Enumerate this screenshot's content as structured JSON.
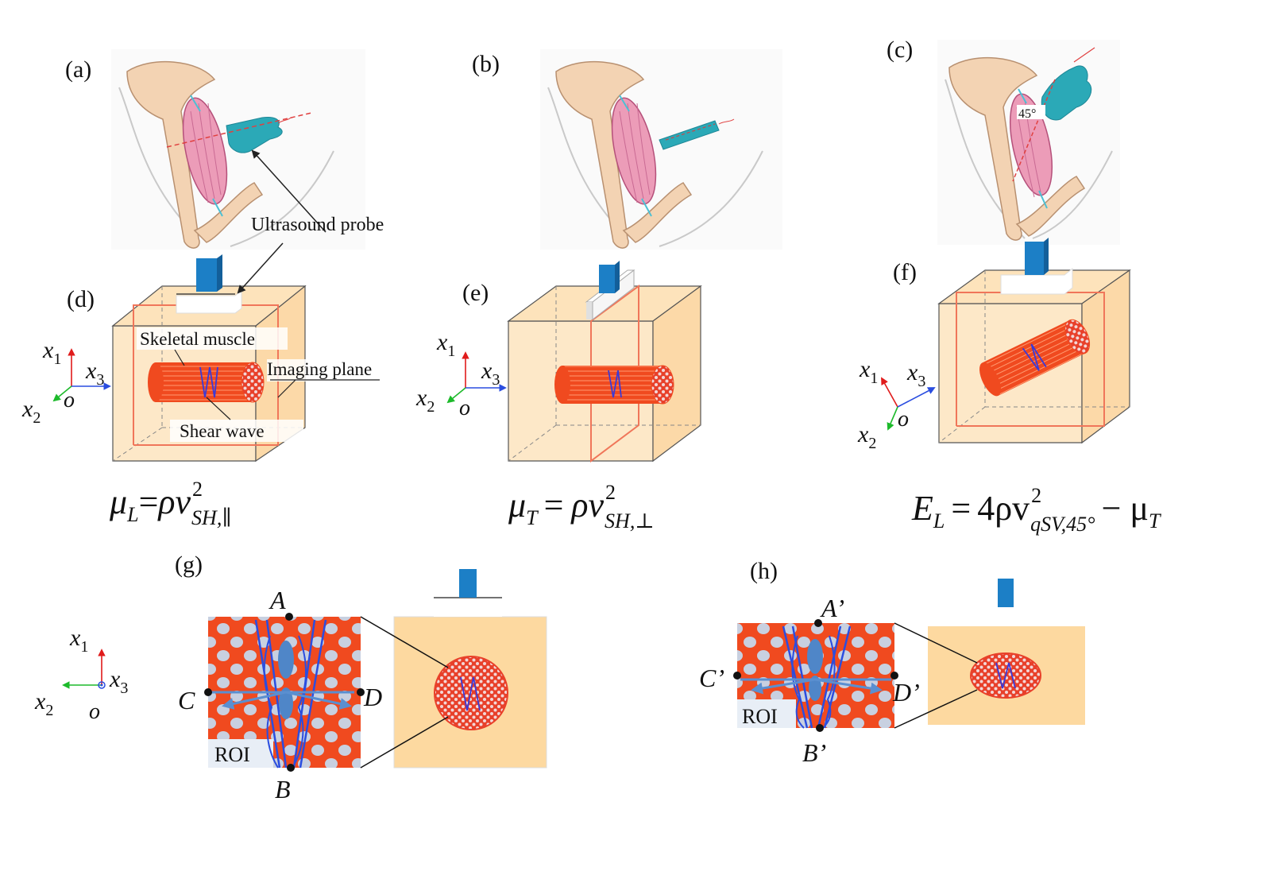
{
  "panels": {
    "a": "(a)",
    "b": "(b)",
    "c": "(c)",
    "d": "(d)",
    "e": "(e)",
    "f": "(f)",
    "g": "(g)",
    "h": "(h)"
  },
  "annotations": {
    "ultrasound_probe": "Ultrasound probe",
    "skeletal_muscle": "Skeletal muscle",
    "imaging_plane": "Imaging plane",
    "shear_wave": "Shear wave",
    "angle": "45°",
    "roi": "ROI"
  },
  "axes": {
    "x1": "x",
    "x1_sub": "1",
    "x2": "x",
    "x2_sub": "2",
    "x3": "x",
    "x3_sub": "3",
    "origin": "o"
  },
  "points": {
    "A": "A",
    "B": "B",
    "C": "C",
    "D": "D",
    "A2": "A’",
    "B2": "B’",
    "C2": "C’",
    "D2": "D’"
  },
  "equations": {
    "muL": {
      "lhs": "μ",
      "lhs_sub": "L",
      "rho": "ρv",
      "sup": "2",
      "sub": "SH,∥"
    },
    "muT": {
      "lhs": "μ",
      "lhs_sub": "T",
      "rho": "ρv",
      "sup": "2",
      "sub": "SH,⊥"
    },
    "EL": {
      "lhs": "E",
      "lhs_sub": "L",
      "rho": "4ρv",
      "sup": "2",
      "sub": "qSV,45°",
      "minus": "− μ",
      "minus_sub": "T"
    }
  },
  "colors": {
    "muscle_red": "#f04a1f",
    "fiber_dot": "#c8d0e0",
    "probe_blue": "#1c7fc6",
    "tissue": "#fde3bb",
    "tissue_dark": "#fcd497",
    "bone": "#f3d3b3",
    "muscle_pink": "#ec9cb8",
    "probe_teal": "#2ba9b7",
    "axis_red": "#e01b1b",
    "axis_green": "#1dba2b",
    "axis_blue": "#2a4de0",
    "wave_blue": "#3a3ad8",
    "line_red": "#f0765a"
  }
}
